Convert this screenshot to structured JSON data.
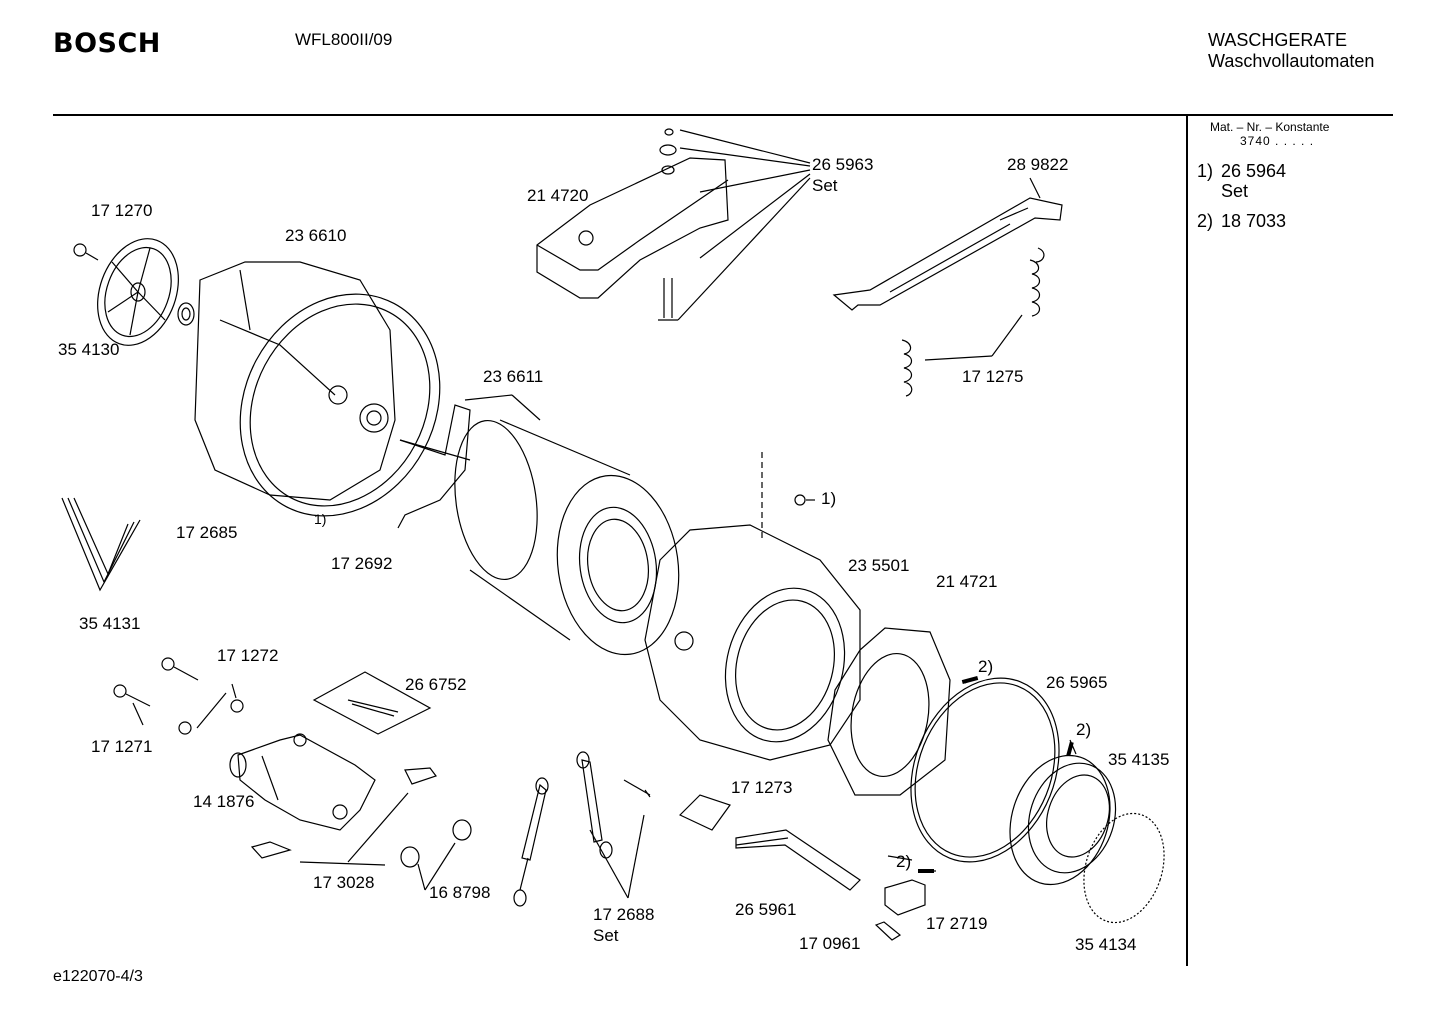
{
  "header": {
    "brand": "BOSCH",
    "model": "WFL800II/09",
    "category_line1": "WASCHGERATE",
    "category_line2": "Waschvollautomaten"
  },
  "sidebar": {
    "konstante_label": "Mat. – Nr. – Konstante",
    "konstante_value": "3740 . . . . .",
    "notes": [
      {
        "num": "1)",
        "line1": "26 5964",
        "line2": "Set"
      },
      {
        "num": "2)",
        "line1": "18 7033",
        "line2": ""
      }
    ]
  },
  "parts": [
    {
      "id": "p171270",
      "text": "17 1270"
    },
    {
      "id": "p236610",
      "text": "23 6610"
    },
    {
      "id": "p354130",
      "text": "35 4130"
    },
    {
      "id": "p265963",
      "text": "26 5963"
    },
    {
      "id": "p265963set",
      "text": "Set"
    },
    {
      "id": "p214720",
      "text": "21 4720"
    },
    {
      "id": "p289822",
      "text": "28 9822"
    },
    {
      "id": "p171275",
      "text": "17 1275"
    },
    {
      "id": "p236611",
      "text": "23 6611"
    },
    {
      "id": "p172685",
      "text": "17 2685"
    },
    {
      "id": "p172692",
      "text": "17 2692"
    },
    {
      "id": "p354131",
      "text": "35 4131"
    },
    {
      "id": "p235501",
      "text": "23 5501"
    },
    {
      "id": "p214721",
      "text": "21 4721"
    },
    {
      "id": "p171272",
      "text": "17 1272"
    },
    {
      "id": "p266752",
      "text": "26 6752"
    },
    {
      "id": "p171271",
      "text": "17 1271"
    },
    {
      "id": "p141876",
      "text": "14 1876"
    },
    {
      "id": "p173028",
      "text": "17 3028"
    },
    {
      "id": "p168798",
      "text": "16 8798"
    },
    {
      "id": "p172688",
      "text": "17 2688"
    },
    {
      "id": "p172688set",
      "text": "Set"
    },
    {
      "id": "p171273",
      "text": "17 1273"
    },
    {
      "id": "p265961",
      "text": "26 5961"
    },
    {
      "id": "p170961",
      "text": "17 0961"
    },
    {
      "id": "p172719",
      "text": "17 2719"
    },
    {
      "id": "p265965",
      "text": "26 5965"
    },
    {
      "id": "p354135",
      "text": "35 4135"
    },
    {
      "id": "p354134",
      "text": "35 4134"
    }
  ],
  "markers": {
    "one_top": "1)",
    "one_left": "1)",
    "two_a": "2)",
    "two_b": "2)",
    "two_c": "2)"
  },
  "footer": {
    "code": "e122070-4/3"
  }
}
